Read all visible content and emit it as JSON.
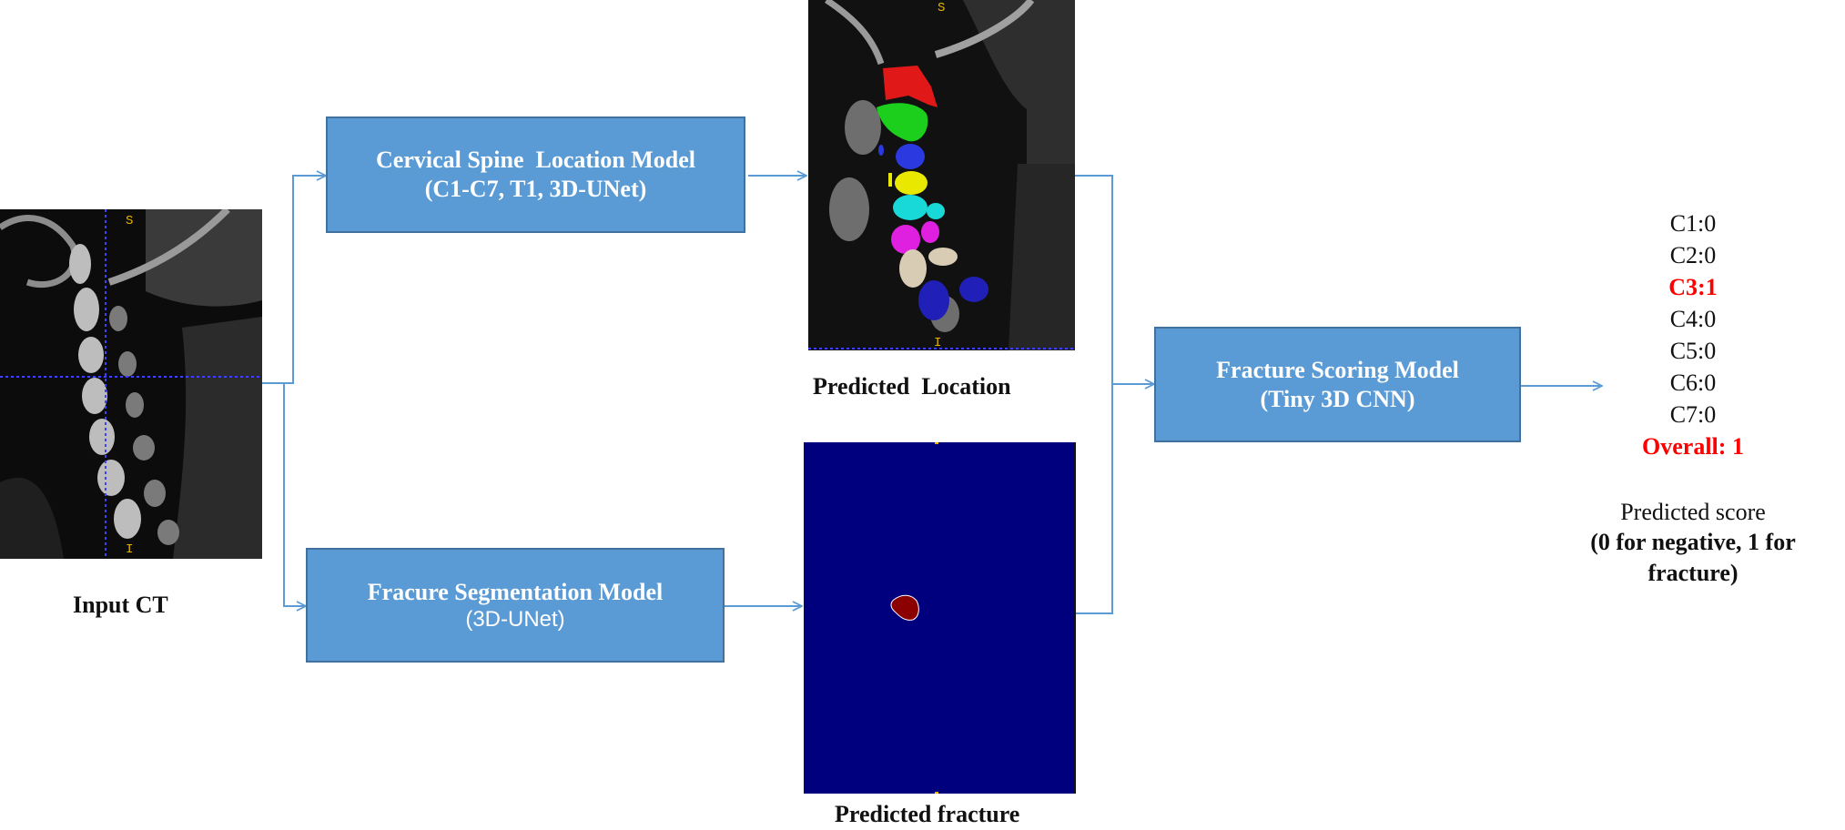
{
  "input_image": {
    "caption": "Input CT",
    "marker_top": "S",
    "marker_bottom": "I"
  },
  "location_model": {
    "line1": "Cervical Spine  Location Model",
    "line2": "(C1-C7, T1, 3D-UNet)"
  },
  "segmentation_model": {
    "line1": "Fracure Segmentation Model",
    "line2": "(3D-UNet)"
  },
  "location_output": {
    "caption": "Predicted  Location",
    "marker_top": "S",
    "marker_bottom": "I"
  },
  "fracture_output": {
    "caption": "Predicted fracture"
  },
  "scoring_model": {
    "line1": "Fracture Scoring Model",
    "line2": "(Tiny 3D CNN)"
  },
  "scores": [
    {
      "text": "C1:0",
      "highlight": false
    },
    {
      "text": "C2:0",
      "highlight": false
    },
    {
      "text": "C3:1",
      "highlight": true
    },
    {
      "text": "C4:0",
      "highlight": false
    },
    {
      "text": "C5:0",
      "highlight": false
    },
    {
      "text": "C6:0",
      "highlight": false
    },
    {
      "text": "C7:0",
      "highlight": false
    },
    {
      "text": "Overall: 1",
      "highlight": true
    }
  ],
  "score_note": {
    "line1": "Predicted score",
    "line2": "(0 for negative, 1 for",
    "line3": "fracture)"
  },
  "colors": {
    "box_fill": "#5b9bd5",
    "box_border": "#41719c",
    "arrow": "#5b9bd5",
    "highlight": "#ff0000",
    "fracture_bg": "#00007f",
    "fracture_blob": "#8b0000"
  }
}
